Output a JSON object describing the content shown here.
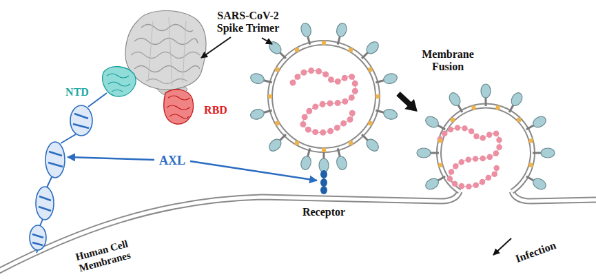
{
  "diagram": {
    "labels": [
      "SARS-CoV-2 Spike Trimer",
      "NTD",
      "RBD",
      "Membrane Fusion",
      "AXL",
      "Receptor",
      "Infection",
      "Human Cell Membranes"
    ]
  }
}
